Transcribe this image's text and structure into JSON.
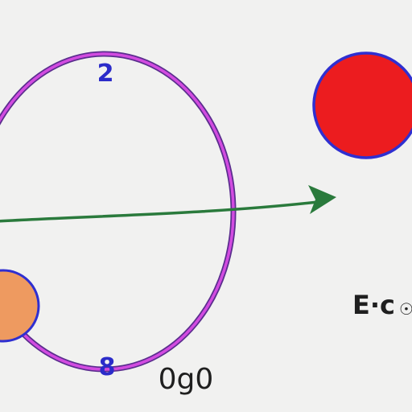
{
  "colors": {
    "background": "#f1f1f0",
    "orbit_outer": "#5b2d8e",
    "orbit_inner": "#d24be0",
    "arrow": "#2a7a3c",
    "red_body": "#ec1c1f",
    "red_outline": "#2f2fd0",
    "orange_body": "#ee9a60",
    "orange_outline": "#2f2fd0",
    "marker": "#2b2bc9",
    "text": "#1f1f1f"
  },
  "labels": {
    "orbit_top_marker": "2",
    "orbit_bottom_marker": "8",
    "equation_text": "E·c",
    "equation_glyph": "☉",
    "bottom_text": "0g0"
  },
  "icons": {
    "red_body": "filled-circle",
    "orange_body": "filled-circle",
    "arrow_head": "triangle-arrowhead"
  }
}
